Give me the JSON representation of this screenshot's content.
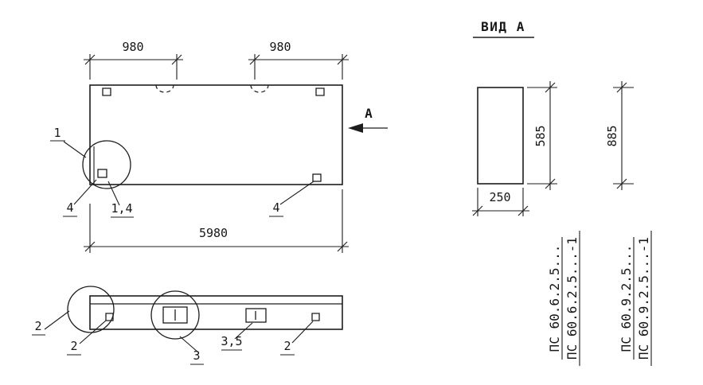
{
  "ink_color": "#1d1d1d",
  "paper_color": "#ffffff",
  "elevation": {
    "direction_label": "А",
    "dim_top_left": "980",
    "dim_top_right": "980",
    "dim_length": "5980",
    "callout_1": "1",
    "callout_4_left": "4",
    "callout_1_4": "1,4",
    "callout_4_right": "4"
  },
  "plan": {
    "callout_2_left": "2",
    "callout_2_mid": "2",
    "callout_3": "3",
    "callout_3_5": "3,5",
    "callout_2_right": "2"
  },
  "view_a": {
    "title": "ВИД А",
    "dim_height_1": "585",
    "dim_height_2": "885",
    "dim_width": "250",
    "marks": {
      "m1": "ПС 60.6.2.5...",
      "m2": "ПС 60.6.2.5...-1",
      "m3": "ПС 60.9.2.5...",
      "m4": "ПС 60.9.2.5...-1"
    }
  }
}
